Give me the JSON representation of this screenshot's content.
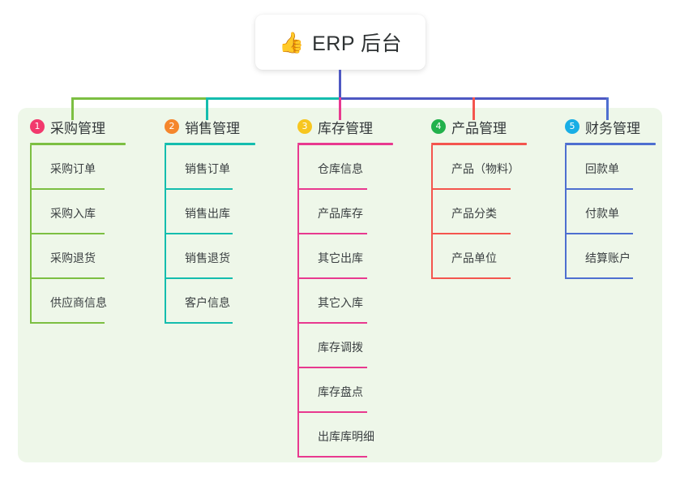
{
  "root": {
    "icon": "thumbs-up-icon",
    "icon_glyph": "👍",
    "title": "ERP 后台"
  },
  "panel": {
    "background": "#eef7e9"
  },
  "connector": {
    "stem_color": "#4e58c2",
    "segments": [
      {
        "name": "green-bar",
        "color": "#7cbf42"
      },
      {
        "name": "teal-bar",
        "color": "#14bdae"
      },
      {
        "name": "purple-bar",
        "color": "#4e58c2"
      }
    ],
    "drops": [
      {
        "name": "drop-purchasing",
        "color": "#7cbf42"
      },
      {
        "name": "drop-sales",
        "color": "#14bdae"
      },
      {
        "name": "drop-inventory",
        "color": "#e8398f"
      },
      {
        "name": "drop-product",
        "color": "#f4554e"
      },
      {
        "name": "drop-finance",
        "color": "#4e6fd0"
      }
    ]
  },
  "columns": [
    {
      "index": "1",
      "title": "采购管理",
      "badge_color": "#f2396d",
      "line_color": "#7cbf42",
      "items": [
        {
          "label": "采购订单"
        },
        {
          "label": "采购入库"
        },
        {
          "label": "采购退货"
        },
        {
          "label": "供应商信息"
        }
      ]
    },
    {
      "index": "2",
      "title": "销售管理",
      "badge_color": "#f5862c",
      "line_color": "#14bdae",
      "items": [
        {
          "label": "销售订单"
        },
        {
          "label": "销售出库"
        },
        {
          "label": "销售退货"
        },
        {
          "label": "客户信息"
        }
      ]
    },
    {
      "index": "3",
      "title": "库存管理",
      "badge_color": "#f7c620",
      "line_color": "#e8398f",
      "items": [
        {
          "label": "仓库信息"
        },
        {
          "label": "产品库存"
        },
        {
          "label": "其它出库"
        },
        {
          "label": "其它入库"
        },
        {
          "label": "库存调拨"
        },
        {
          "label": "库存盘点"
        },
        {
          "label": "出库库明细"
        }
      ]
    },
    {
      "index": "4",
      "title": "产品管理",
      "badge_color": "#22b14c",
      "line_color": "#f4554e",
      "items": [
        {
          "label": "产品（物料）"
        },
        {
          "label": "产品分类"
        },
        {
          "label": "产品单位"
        }
      ]
    },
    {
      "index": "5",
      "title": "财务管理",
      "badge_color": "#18aee5",
      "line_color": "#4e6fd0",
      "items": [
        {
          "label": "回款单"
        },
        {
          "label": "付款单"
        },
        {
          "label": "结算账户"
        }
      ]
    }
  ]
}
